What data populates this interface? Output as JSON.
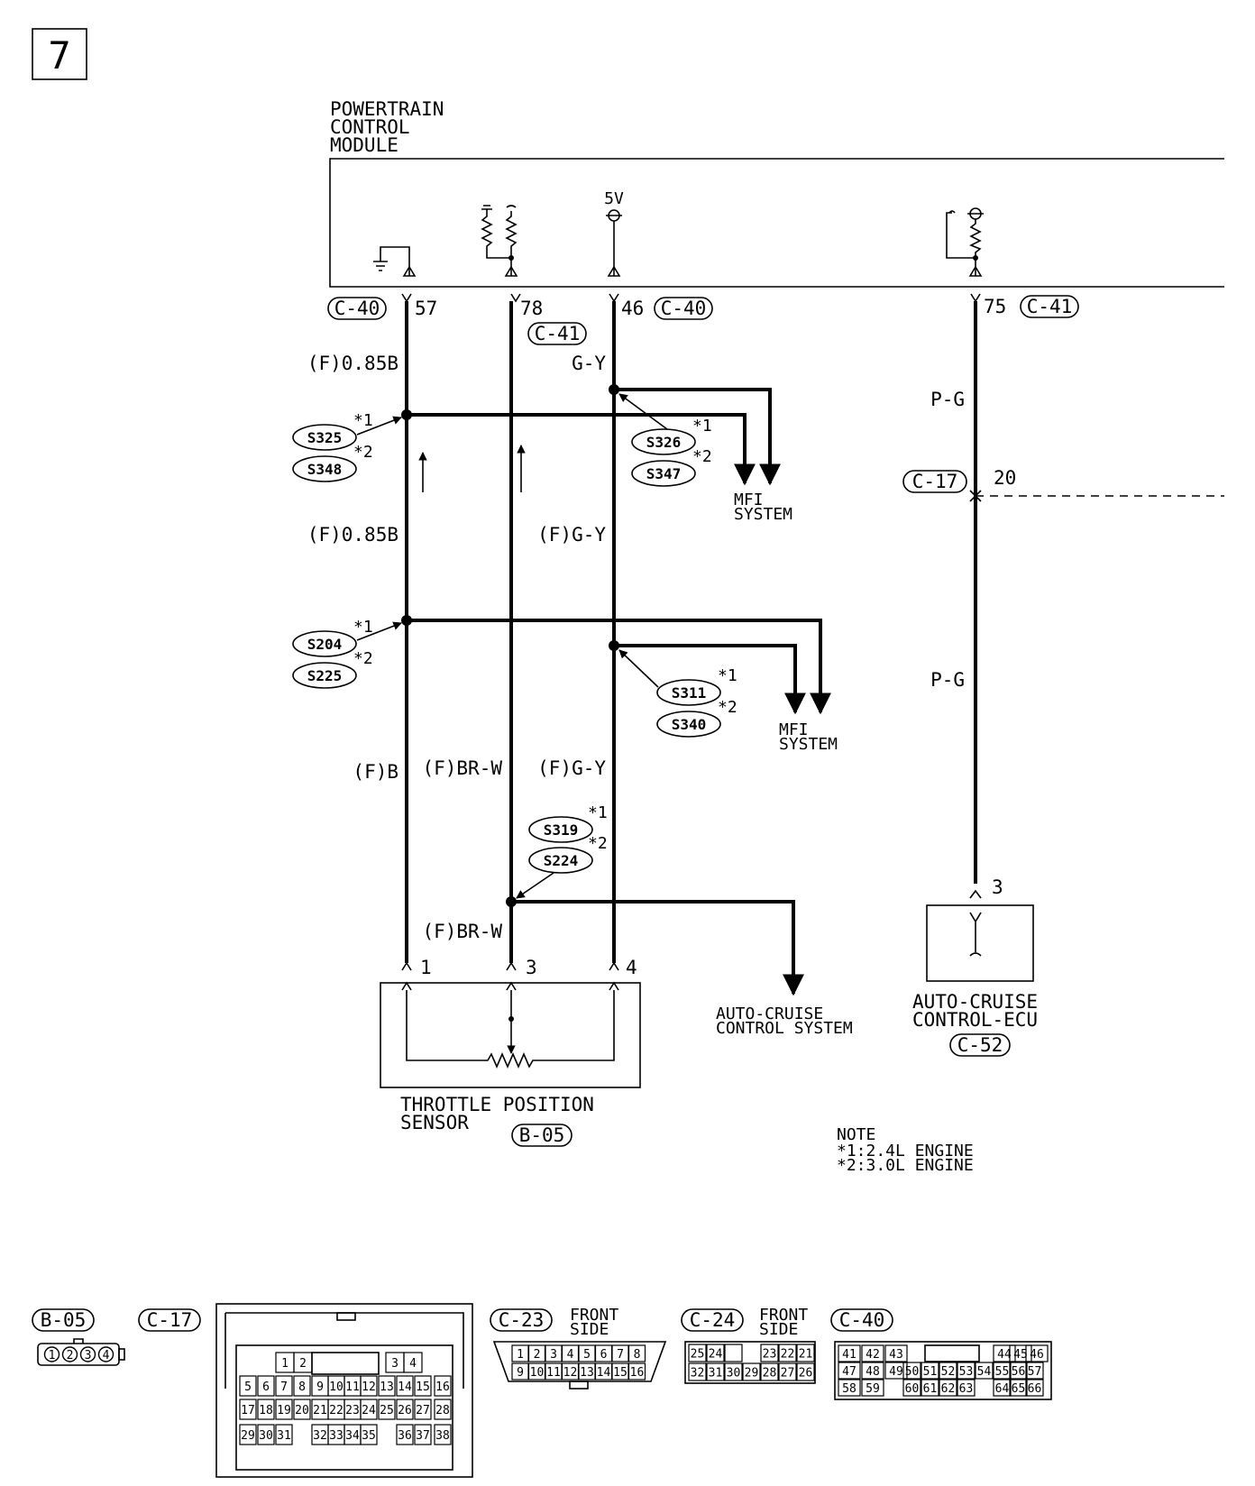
{
  "page_number": "7",
  "pcm": {
    "title_lines": [
      "POWERTRAIN",
      "CONTROL",
      "MODULE"
    ],
    "voltage": "5V"
  },
  "connectors_top": {
    "c40_left": "C-40",
    "pin_57": "57",
    "pin_78": "78",
    "c41_mid": "C-41",
    "pin_46": "46",
    "c40_right": "C-40",
    "pin_75": "75",
    "c41_right": "C-41",
    "c17": "C-17",
    "pin_20": "20",
    "pin_3_ecu": "3"
  },
  "wire_labels": {
    "f085b_top": "(F)0.85B",
    "gy_top": "G-Y",
    "f085b_mid": "(F)0.85B",
    "fgy_mid": "(F)G-Y",
    "pg_top": "P-G",
    "pg_bot": "P-G",
    "fb": "(F)B",
    "fbrw_mid": "(F)BR-W",
    "fgy_low": "(F)G-Y",
    "fbrw_low": "(F)BR-W"
  },
  "splices": {
    "s325": "S325",
    "s348": "S348",
    "s326": "S326",
    "s347": "S347",
    "s204": "S204",
    "s225": "S225",
    "s311": "S311",
    "s340": "S340",
    "s319": "S319",
    "s224": "S224",
    "n1": "*1",
    "n2": "*2"
  },
  "destinations": {
    "mfi1": [
      "MFI",
      "SYSTEM"
    ],
    "mfi2": [
      "MFI",
      "SYSTEM"
    ],
    "acs": [
      "AUTO-CRUISE",
      "CONTROL SYSTEM"
    ]
  },
  "tps": {
    "pin_1": "1",
    "pin_3": "3",
    "pin_4": "4",
    "title_lines": [
      "THROTTLE POSITION",
      "SENSOR"
    ],
    "connector": "B-05"
  },
  "ecu": {
    "title_lines": [
      "AUTO-CRUISE",
      "CONTROL-ECU"
    ],
    "connector": "C-52"
  },
  "note": {
    "title": "NOTE",
    "lines": [
      "*1:2.4L ENGINE",
      "*2:3.0L ENGINE"
    ]
  },
  "connector_views": {
    "b05": {
      "label": "B-05",
      "pins": [
        "1",
        "2",
        "3",
        "4"
      ]
    },
    "c17": {
      "label": "C-17",
      "rows": [
        [
          "1",
          "2",
          "3",
          "4"
        ],
        [
          "5",
          "6",
          "7",
          "8",
          "9",
          "10",
          "11",
          "12",
          "13",
          "14",
          "15",
          "16"
        ],
        [
          "17",
          "18",
          "19",
          "20",
          "21",
          "22",
          "23",
          "24",
          "25",
          "26",
          "27",
          "28"
        ],
        [
          "29",
          "30",
          "31",
          "32",
          "33",
          "34",
          "35",
          "36",
          "37",
          "38"
        ]
      ]
    },
    "c23": {
      "label": "C-23",
      "side": [
        "FRONT",
        "SIDE"
      ],
      "rows": [
        [
          "1",
          "2",
          "3",
          "4",
          "5",
          "6",
          "7",
          "8"
        ],
        [
          "9",
          "10",
          "11",
          "12",
          "13",
          "14",
          "15",
          "16"
        ]
      ]
    },
    "c24": {
      "label": "C-24",
      "side": [
        "FRONT",
        "SIDE"
      ],
      "rows": [
        [
          "25",
          "24",
          "",
          "23",
          "22",
          "21"
        ],
        [
          "32",
          "31",
          "30",
          "29",
          "28",
          "27",
          "26"
        ]
      ]
    },
    "c40": {
      "label": "C-40",
      "rows": [
        [
          "41",
          "42",
          "43",
          "44",
          "45",
          "46"
        ],
        [
          "47",
          "48",
          "49",
          "50",
          "51",
          "52",
          "53",
          "54",
          "55",
          "56",
          "57"
        ],
        [
          "58",
          "59",
          "60",
          "61",
          "62",
          "63",
          "64",
          "65",
          "66"
        ]
      ]
    }
  }
}
